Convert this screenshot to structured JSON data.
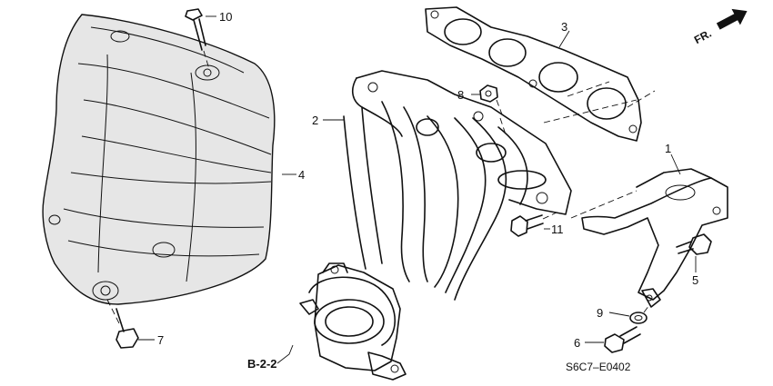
{
  "callouts": {
    "c1": "1",
    "c2": "2",
    "c3": "3",
    "c4": "4",
    "c5": "5",
    "c6": "6",
    "c7": "7",
    "c8": "8",
    "c9": "9",
    "c10": "10",
    "c11": "11"
  },
  "direction_marker": "FR.",
  "section_ref": "B-2-2",
  "diagram_code": "S6C7–E0402",
  "icons": [
    "front-arrow-icon"
  ]
}
